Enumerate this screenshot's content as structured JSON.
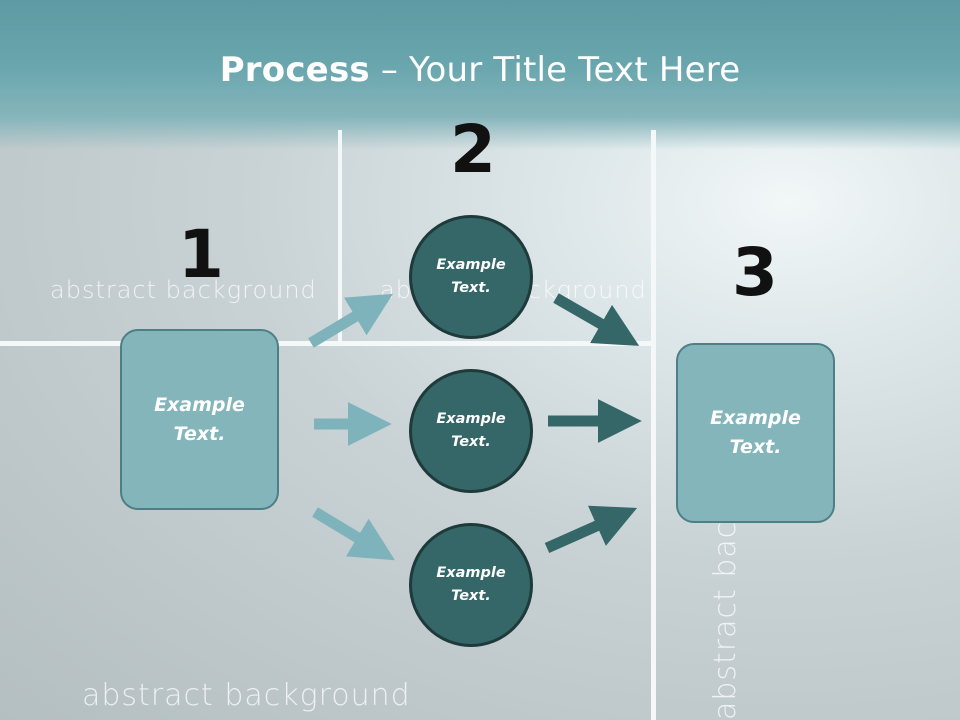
{
  "title": {
    "bold": "Process",
    "rest": " – Your Title Text Here"
  },
  "watermark": "abstract background",
  "steps": [
    {
      "number": "1",
      "label": "Example\nText."
    },
    {
      "number": "2",
      "labels": [
        "Example\nText.",
        "Example\nText.",
        "Example\nText."
      ]
    },
    {
      "number": "3",
      "label": "Example\nText."
    }
  ],
  "colors": {
    "header": "#6aa6ae",
    "box_fill": "#84b5bb",
    "circle_fill": "#356768",
    "arrow_light": "#7fb3bb",
    "arrow_dark": "#356768"
  }
}
